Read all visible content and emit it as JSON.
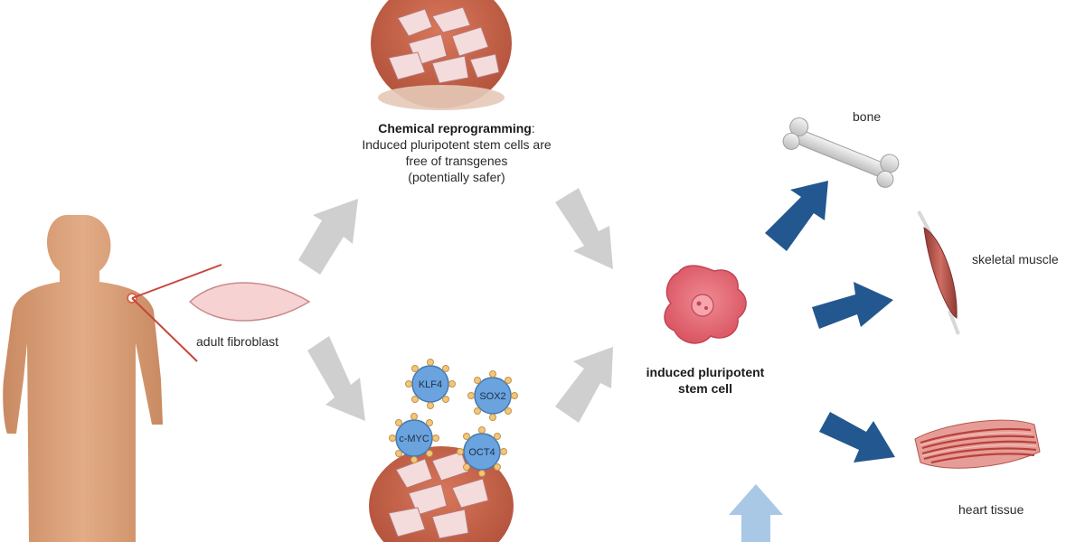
{
  "chemical": {
    "title": "Chemical reprogramming",
    "title_suffix": ":",
    "line1": "Induced pluripotent stem cells are",
    "line2": "free of transgenes",
    "line3": "(potentially safer)"
  },
  "fibroblast": {
    "label": "adult fibroblast"
  },
  "ipsc": {
    "line1": "induced pluripotent",
    "line2": "stem cell"
  },
  "factors": [
    "KLF4",
    "SOX2",
    "c-MYC",
    "OCT4"
  ],
  "outcomes": {
    "bone": "bone",
    "muscle": "skeletal muscle",
    "heart": "heart tissue"
  },
  "colors": {
    "skin": "#dba27a",
    "dish": "#c9654a",
    "grey_arrow": "#cfcfcf",
    "blue_arrow": "#23578f",
    "light_blue_arrow": "#a9c8e6",
    "factor_fill": "#6aa3de",
    "factor_bead": "#f2c77d",
    "stem_cell": "#e56b78",
    "muscle": "#b5544c"
  }
}
